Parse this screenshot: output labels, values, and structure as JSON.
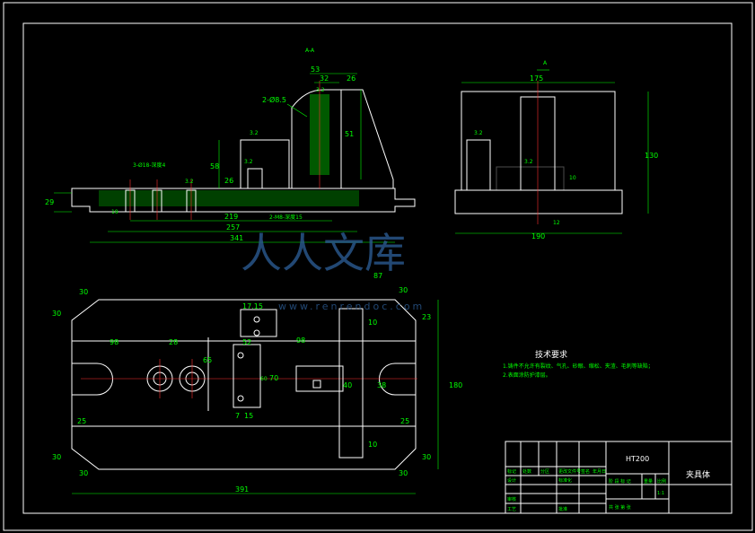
{
  "section_label": "A-A",
  "view_arrow_label": "A",
  "dimensions": {
    "top_53": "53",
    "top_32": "32",
    "top_26": "26",
    "holes_2_m8": "2-Ø8.5",
    "ra_1": "3.2",
    "ra_2": "3.2",
    "ra_3": "6.3",
    "ra_4": "3.2",
    "ra_5": "3.2",
    "dim_51": "51",
    "dim_58": "58",
    "dim_26b": "26",
    "dim_29": "29",
    "dim_19": "19",
    "dim_219": "219",
    "dim_257": "257",
    "dim_341": "341",
    "counterbore_note": "3-Ø18-深度4",
    "tapped_note": "2-M8-深度15",
    "side_175": "175",
    "side_130": "130",
    "side_190": "190",
    "side_ra": "3.2",
    "side_ra2": "3.2",
    "side_12": "12",
    "side_10": "10",
    "plan_30a": "30",
    "plan_30b": "30",
    "plan_98": "98",
    "plan_28": "28",
    "plan_65": "65",
    "plan_17": "17.15",
    "plan_52": "52",
    "plan_98b": "98",
    "plan_87": "87",
    "plan_30c": "30",
    "plan_23": "23",
    "plan_10a": "10",
    "plan_40": "40",
    "plan_38": "38",
    "plan_180": "180",
    "plan_30d": "30",
    "plan_25a": "25",
    "plan_25b": "25",
    "plan_30e": "30",
    "plan_30f": "30",
    "plan_30g": "30",
    "plan_30h": "30",
    "plan_10b": "10",
    "plan_70": "70",
    "plan_60": "60",
    "plan_7": "7",
    "plan_15": "15",
    "plan_391": "391"
  },
  "tech_requirements": {
    "title": "技术要求",
    "line1": "1.铸件不允许有裂纹、气孔、砂眼、缩松、夹渣、毛刺等缺陷；",
    "line2": "2.表面涂防护漆层。"
  },
  "title_block": {
    "material": "HT200",
    "part_name": "夹具体",
    "row_labels": [
      "标记",
      "处数",
      "分区",
      "更改文件号",
      "签名",
      "年月日"
    ],
    "designer": "设计",
    "standardize": "标准化",
    "review": "审核",
    "process": "工艺",
    "approve": "批准",
    "stage_header": "阶 段 标 记",
    "weight": "重量",
    "scale": "比例",
    "scale_value": "1:1",
    "sheets": "共   张   第   张"
  },
  "watermark": {
    "text": "人人文库",
    "url": "www.renrendoc.com"
  }
}
